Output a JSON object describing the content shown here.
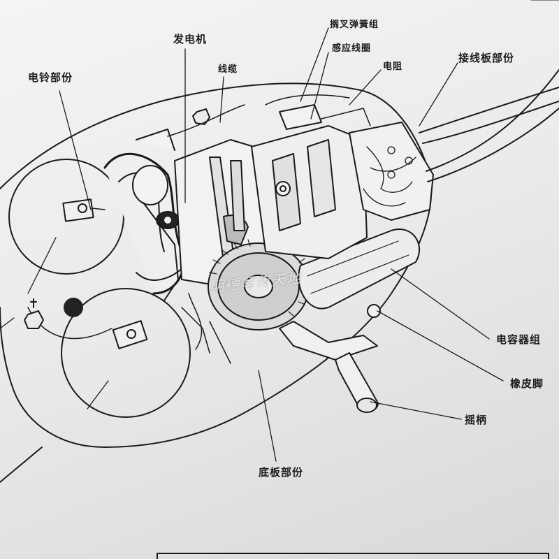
{
  "labels": {
    "bell": "电铃部份",
    "generator": "发电机",
    "cable": "线缆",
    "fork_spring": "搁叉弹簧组",
    "induction_coil": "感应线圈",
    "resistor": "电阻",
    "terminal_board": "接线板部份",
    "capacitor": "电容器组",
    "rubber_foot": "橡皮脚",
    "crank": "摇柄",
    "base_plate": "底板部份"
  },
  "watermark": "明德写传天地"
}
